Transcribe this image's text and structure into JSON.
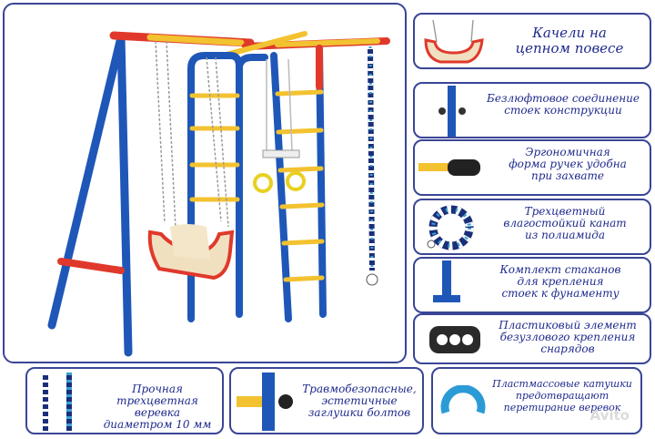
{
  "features": [
    {
      "id": "swing",
      "lines": [
        "Качели на",
        "цепном повесе"
      ]
    },
    {
      "id": "joint",
      "lines": [
        "Безлюфтовое соединение",
        "стоек конструкции"
      ]
    },
    {
      "id": "handles",
      "lines": [
        "Эргономичная",
        "форма ручек удобна",
        "при захвате"
      ]
    },
    {
      "id": "rope",
      "lines": [
        "Трехцветный",
        "влагостойкий канат",
        "из полиамида"
      ]
    },
    {
      "id": "sleeves",
      "lines": [
        "Комплект стаканов",
        "для крепления",
        "стоек к фунаменту"
      ]
    },
    {
      "id": "plastic",
      "lines": [
        "Пластиковый элемент",
        "безузлового крепления",
        "снарядов"
      ]
    }
  ],
  "bottom": [
    {
      "id": "cord",
      "lines": [
        "Прочная",
        "трехцветная веревка",
        "диаметром 10 мм"
      ]
    },
    {
      "id": "caps",
      "lines": [
        "Травмобезопасные,",
        "эстетичные",
        "заглушки болтов"
      ]
    },
    {
      "id": "reels",
      "lines": [
        "Пластмассовые катушки",
        "предотвращают",
        "перетирание веревок"
      ]
    }
  ],
  "watermark": "Avito",
  "colors": {
    "frame": "#1f57b8",
    "accent_red": "#e0392b",
    "accent_yellow": "#f2c230",
    "border": "#3a4596",
    "text": "#1f2a8c"
  }
}
